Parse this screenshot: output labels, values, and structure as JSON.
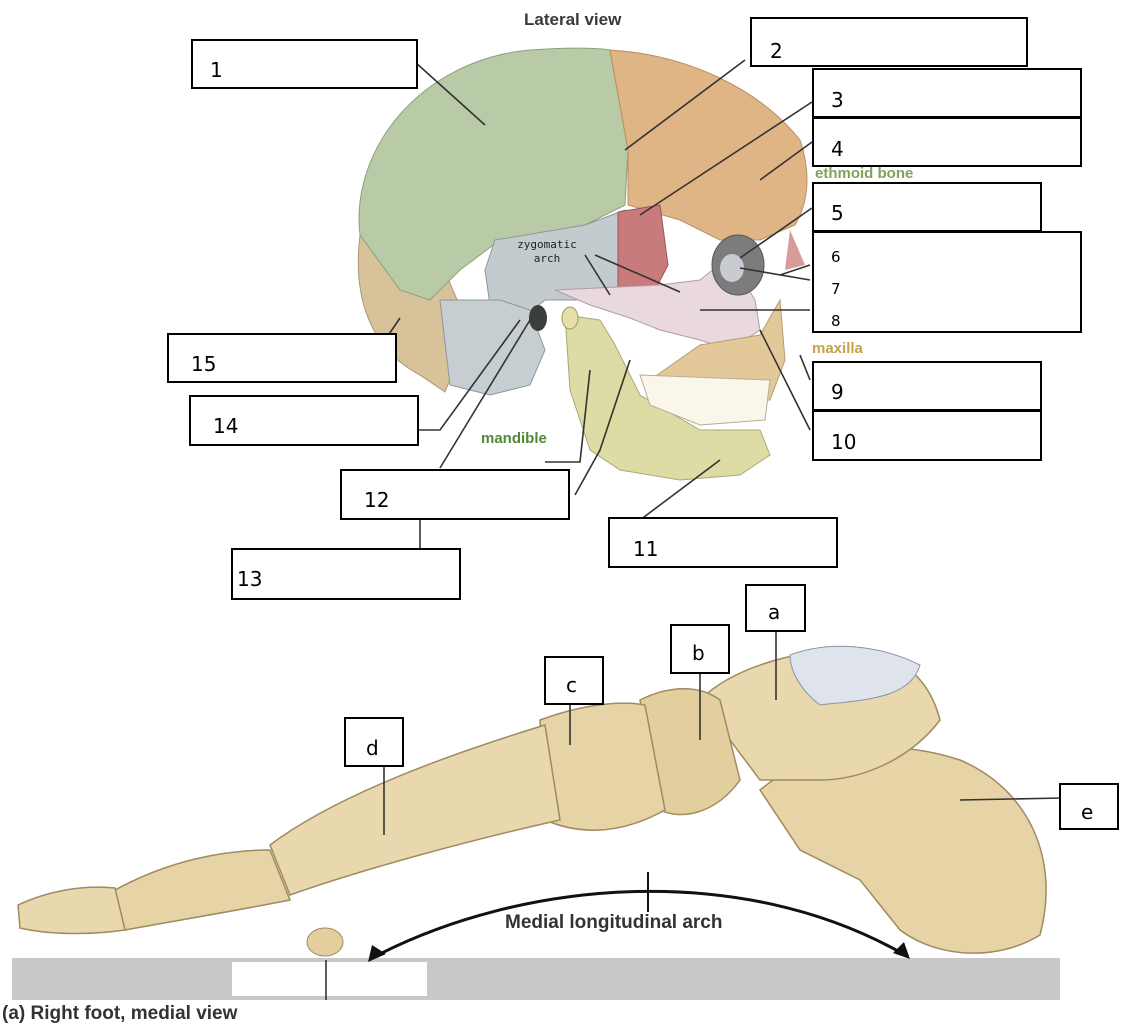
{
  "skull": {
    "title": "Lateral view",
    "labels": [
      "1",
      "2",
      "3",
      "4",
      "5",
      "6",
      "7",
      "8",
      "9",
      "10",
      "11",
      "12",
      "13",
      "14",
      "15"
    ],
    "inline_names": {
      "ethmoid": "ethmoid bone",
      "zygomatic": "zygomatic arch",
      "maxilla": "maxilla",
      "mandible": "mandible"
    },
    "colors": {
      "parietal": "#b9caa6",
      "frontal": "#e0b585",
      "temporal": "#c3cbcf",
      "sphenoid": "#c97b7b",
      "zygomatic": "#ead8df",
      "occipital": "#d8c29a",
      "mandible": "#dcdca4",
      "ethmoid_text": "#7fa35a",
      "maxilla_text": "#c6a24c",
      "mandible_text": "#4f8a36"
    }
  },
  "foot": {
    "labels": [
      "a",
      "b",
      "c",
      "d",
      "e"
    ],
    "arch_label": "Medial longitudinal arch",
    "caption": "(a) Right foot, medial view",
    "colors": {
      "bone": "#e6d3a6",
      "ground": "#c8c8c8",
      "cartilage": "#dfe3ec"
    }
  }
}
